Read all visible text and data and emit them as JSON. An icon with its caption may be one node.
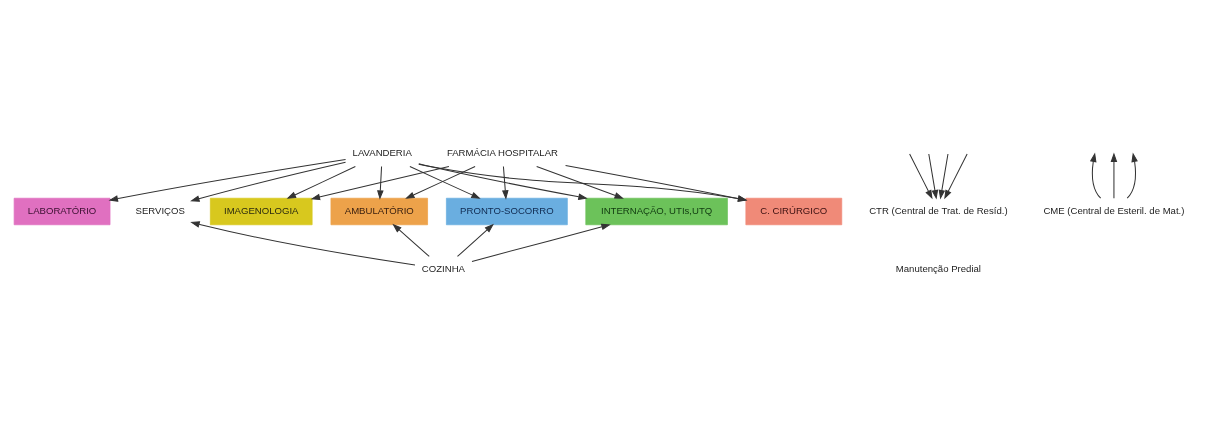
{
  "diagram": {
    "nodes": [
      {
        "text": [
          "LAVANDERIA"
        ]
      },
      {
        "text": [
          "FARMÁCIA HOSPITALAR"
        ]
      },
      {
        "text": [
          "LABORATÓRIO"
        ]
      },
      {
        "text": [
          "IMAGENOLOGIA"
        ]
      },
      {
        "text": [
          "AMBULATÓRIO"
        ]
      },
      {
        "text": [
          "PRONTO-SOCORRO"
        ]
      },
      {
        "text": [
          "INTERNAÇÃO, UTIs,UTQ"
        ]
      },
      {
        "text": [
          "C. CIRÚRGICO"
        ]
      },
      {
        "text": [
          "SERVIÇOS"
        ]
      },
      {
        "text": [
          "COZINHA"
        ]
      },
      {
        "text": [
          "CTR (Central de Trat. de Resíd.)"
        ]
      },
      {
        "text": [
          "CME (Central de Esteril. de Mat.)"
        ]
      }
    ],
    "edges": [
      {
        "from": 0,
        "to": 8,
        "arrow": "to"
      },
      {
        "from": 0,
        "to": 2,
        "arrow": "to"
      },
      {
        "from": 0,
        "to": 3,
        "arrow": "to"
      },
      {
        "from": 0,
        "to": 4,
        "arrow": "to"
      },
      {
        "from": 0,
        "to": 5,
        "arrow": "to"
      },
      {
        "from": 0,
        "to": 6,
        "arrow": "to"
      },
      {
        "from": 0,
        "to": 7,
        "arrow": "to"
      },
      {
        "from": 1,
        "to": 3,
        "arrow": "to"
      },
      {
        "from": 1,
        "to": 4,
        "arrow": "to"
      },
      {
        "from": 1,
        "to": 5,
        "arrow": "to"
      },
      {
        "from": 1,
        "to": 6,
        "arrow": "to"
      },
      {
        "from": 1,
        "to": 7,
        "arrow": "to"
      },
      {
        "from": 9,
        "to": 8,
        "arrow": "to"
      },
      {
        "from": 9,
        "to": 4,
        "arrow": "to"
      },
      {
        "from": 9,
        "to": 5,
        "arrow": "to"
      },
      {
        "from": 9,
        "to": 6,
        "arrow": "to"
      },
      {
        "from": null,
        "to": 10,
        "arrow": "to"
      },
      {
        "from": null,
        "to": 10,
        "arrow": "to"
      },
      {
        "from": null,
        "to": 10,
        "arrow": "to"
      },
      {
        "from": null,
        "to": 10,
        "arrow": "to"
      },
      {
        "from": 11,
        "to": null,
        "arrow": "to"
      },
      {
        "from": 11,
        "to": null,
        "arrow": "to"
      },
      {
        "from": 11,
        "to": null,
        "arrow": "to"
      }
    ],
    "labels": [
      "Manutenção Predial"
    ]
  }
}
